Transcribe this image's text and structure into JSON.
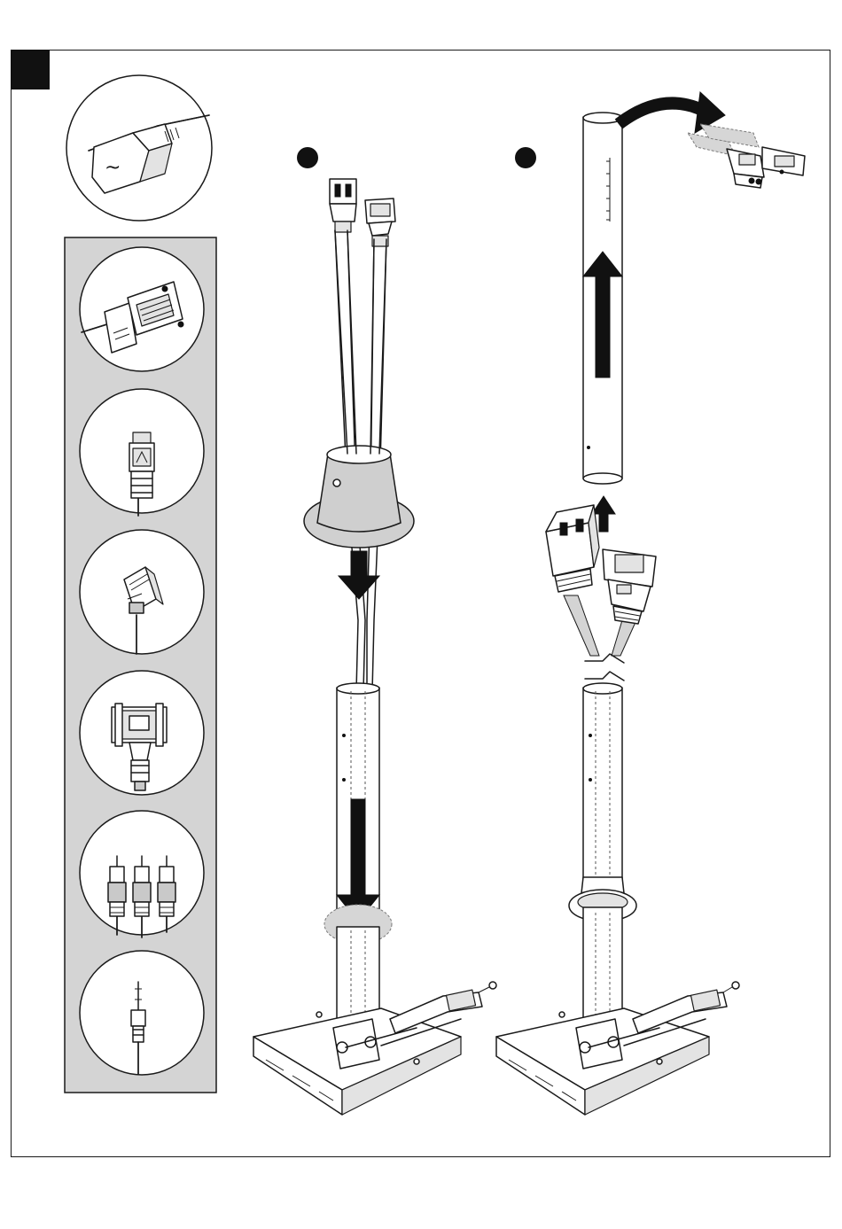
{
  "page": {
    "background": "#ffffff",
    "panel_fill": "#d4d4d4",
    "ink": "#111111"
  },
  "step_badge": {
    "color": "#111111"
  },
  "callout": {
    "power_icon": "~"
  },
  "cable_types": [
    {
      "name": "vga-connector-icon"
    },
    {
      "name": "s-video-connector-icon"
    },
    {
      "name": "rj45-connector-icon"
    },
    {
      "name": "dvi-connector-icon"
    },
    {
      "name": "rca-connectors-icon"
    },
    {
      "name": "audio-jack-icon"
    }
  ],
  "steps": [
    {
      "marker": "filled-circle",
      "action": "push-down"
    },
    {
      "marker": "filled-circle",
      "action": "pull-up"
    }
  ]
}
